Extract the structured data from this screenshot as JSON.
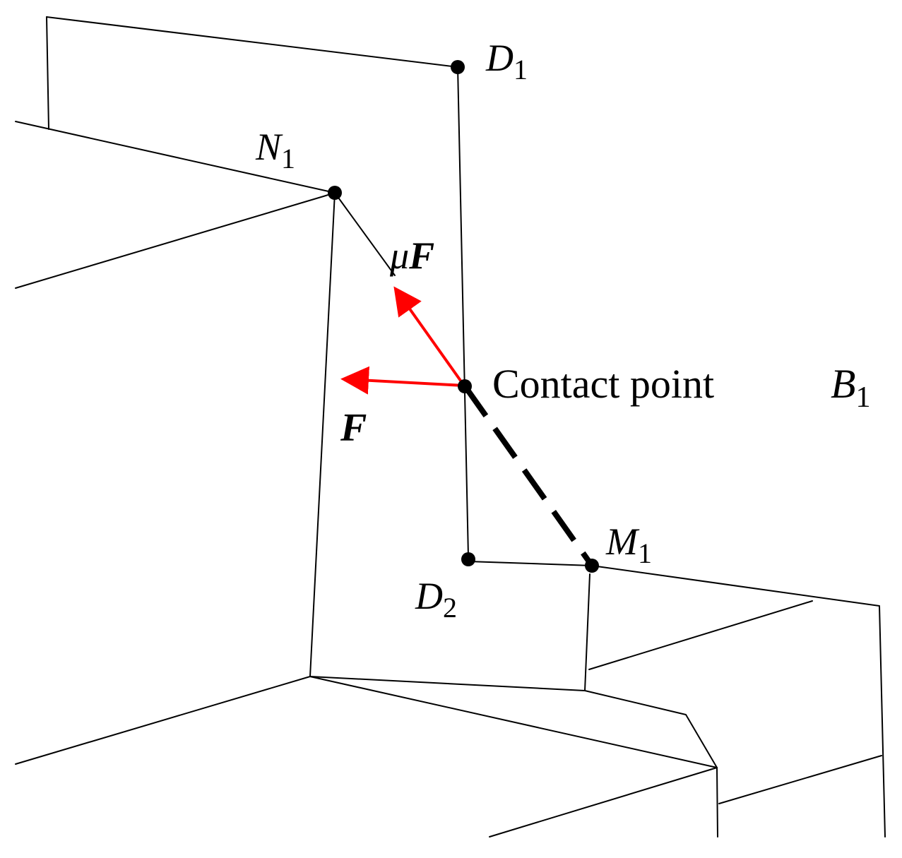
{
  "figure": {
    "points": {
      "D1": {
        "letter": "D",
        "subscript": "1"
      },
      "N1": {
        "letter": "N",
        "subscript": "1"
      },
      "B1": {
        "letter": "B",
        "subscript": "1"
      },
      "M1": {
        "letter": "M",
        "subscript": "1"
      },
      "D2": {
        "letter": "D",
        "subscript": "2"
      }
    },
    "contact_label": "Contact point",
    "force_label": "F",
    "friction_label": {
      "mu": "μ",
      "symbol": "F"
    },
    "colors": {
      "lines": "#000000",
      "force_arrows": "#ff0000",
      "points": "#000000"
    }
  }
}
